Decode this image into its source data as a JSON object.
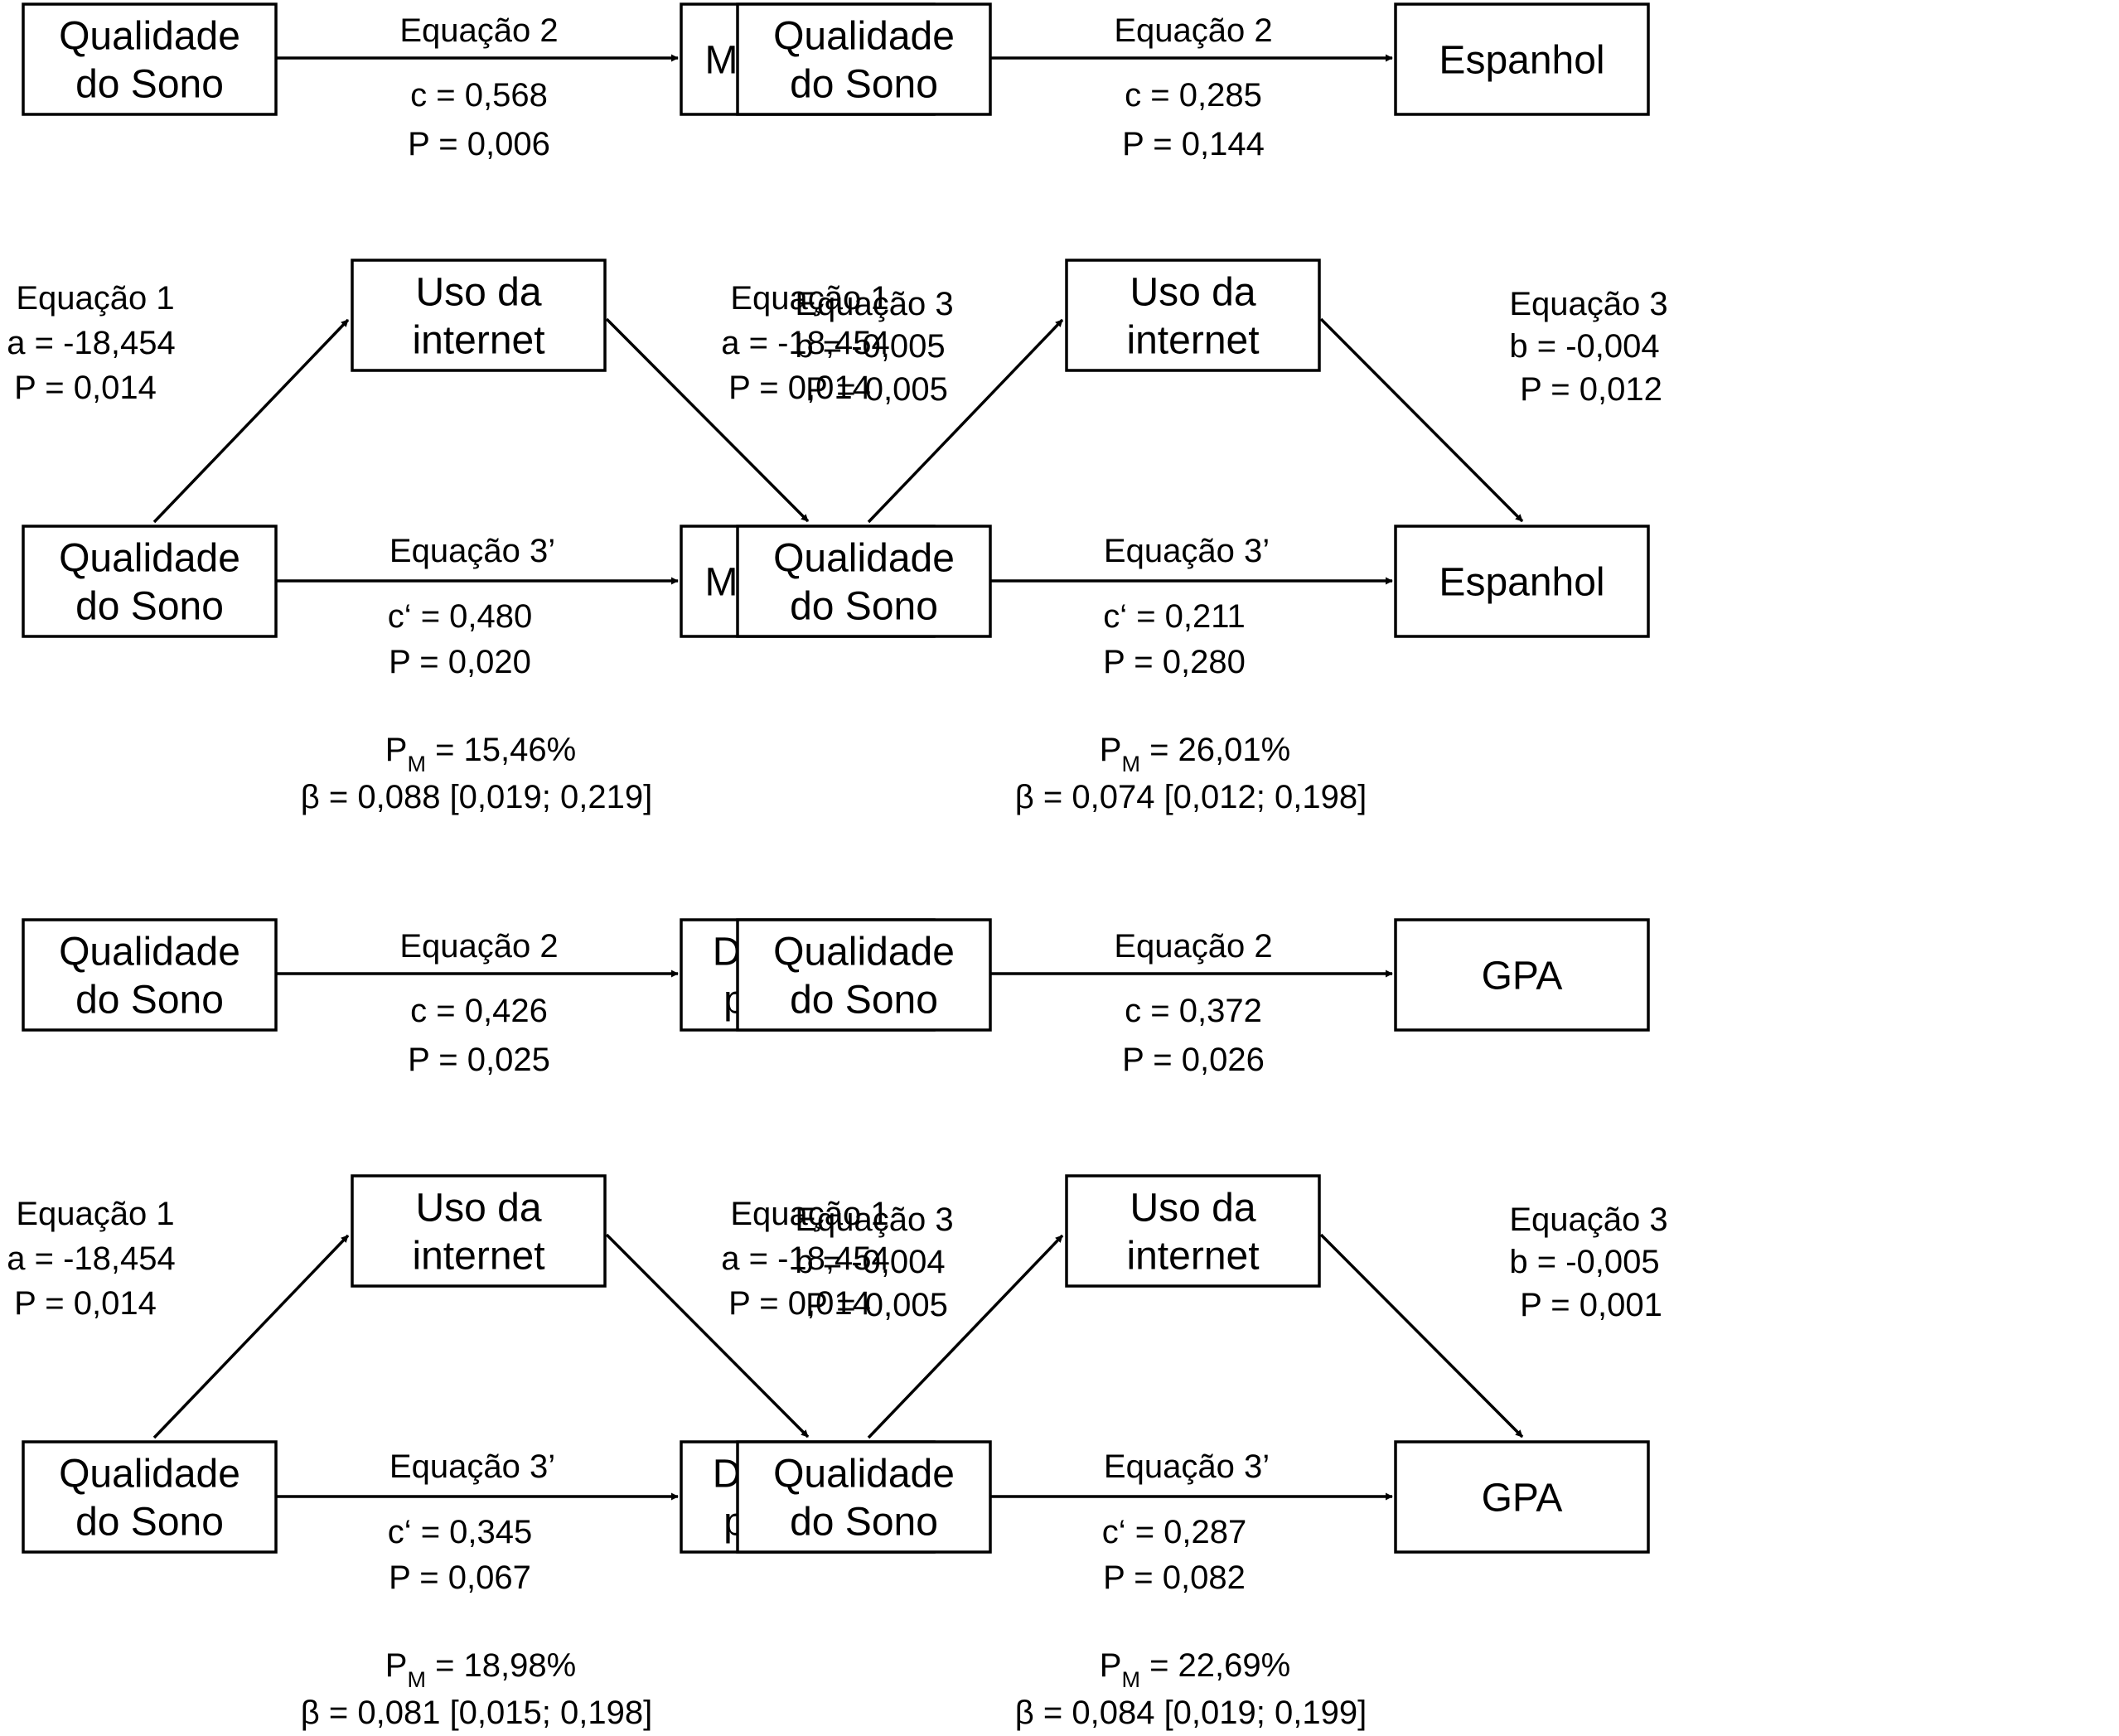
{
  "panels": [
    {
      "outcome": "Matemática",
      "total": {
        "eq": "Equação 2",
        "c": "c = 0,568",
        "p": "P = 0,006"
      },
      "mediation": {
        "mediator": [
          "Uso da",
          "internet"
        ],
        "eq1": {
          "eq": "Equação 1",
          "coef": "a = -18,454",
          "p": "P = 0,014"
        },
        "eq3": {
          "eq": "Equação 3",
          "coef": "b = -0,005",
          "p": "P = 0,005"
        },
        "eq3p": {
          "eq": "Equação 3’",
          "coef": "c‘ = 0,480",
          "p": "P = 0,020"
        },
        "pm": {
          "prefix": "P",
          "sub": "M",
          "value": " = 15,46%"
        },
        "beta": "β = 0,088 [0,019; 0,219]"
      }
    },
    {
      "outcome": "Espanhol",
      "total": {
        "eq": "Equação 2",
        "c": "c = 0,285",
        "p": "P = 0,144"
      },
      "mediation": {
        "mediator": [
          "Uso da",
          "internet"
        ],
        "eq1": {
          "eq": "Equação 1",
          "coef": "a = -18,454",
          "p": "P = 0,014"
        },
        "eq3": {
          "eq": "Equação 3",
          "coef": "b = -0,004",
          "p": "P = 0,012"
        },
        "eq3p": {
          "eq": "Equação 3’",
          "coef": "c‘ = 0,211",
          "p": "P = 0,280"
        },
        "pm": {
          "prefix": "P",
          "sub": "M",
          "value": " = 26,01%"
        },
        "beta": "β = 0,074 [0,012; 0,198]"
      }
    },
    {
      "outcome": "Disciplinas principais",
      "total": {
        "eq": "Equação 2",
        "c": "c = 0,426",
        "p": "P = 0,025"
      },
      "mediation": {
        "mediator": [
          "Uso da",
          "internet"
        ],
        "eq1": {
          "eq": "Equação 1",
          "coef": "a = -18,454",
          "p": "P = 0,014"
        },
        "eq3": {
          "eq": "Equação 3",
          "coef": "b = -0,004",
          "p": "P = 0,005"
        },
        "eq3p": {
          "eq": "Equação 3’",
          "coef": "c‘ = 0,345",
          "p": "P = 0,067"
        },
        "pm": {
          "prefix": "P",
          "sub": "M",
          "value": " = 18,98%"
        },
        "beta": "β = 0,081 [0,015; 0,198]"
      }
    },
    {
      "outcome": "GPA",
      "total": {
        "eq": "Equação 2",
        "c": "c = 0,372",
        "p": "P = 0,026"
      },
      "mediation": {
        "mediator": [
          "Uso da",
          "internet"
        ],
        "eq1": {
          "eq": "Equação 1",
          "coef": "a = -18,454",
          "p": "P = 0,014"
        },
        "eq3": {
          "eq": "Equação 3",
          "coef": "b = -0,005",
          "p": "P = 0,001"
        },
        "eq3p": {
          "eq": "Equação 3’",
          "coef": "c‘ = 0,287",
          "p": "P = 0,082"
        },
        "pm": {
          "prefix": "P",
          "sub": "M",
          "value": " = 22,69%"
        },
        "beta": "β = 0,084 [0,019; 0,199]"
      }
    }
  ],
  "predictor": [
    "Qualidade",
    "do Sono"
  ]
}
